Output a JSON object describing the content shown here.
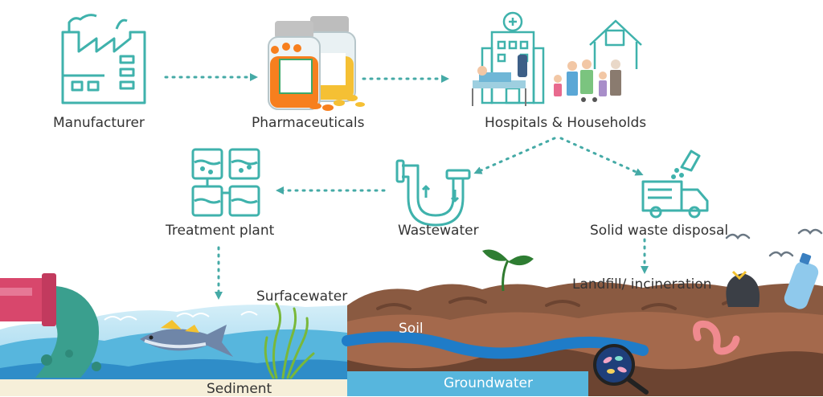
{
  "labels": {
    "manufacturer": "Manufacturer",
    "pharmaceuticals": "Pharmaceuticals",
    "hospitals_households": "Hospitals & Households",
    "treatment_plant": "Treatment plant",
    "wastewater": "Wastewater",
    "solid_waste": "Solid waste disposal",
    "landfill": "Landfill/ incineration",
    "surfacewater": "Surfacewater",
    "soil": "Soil",
    "sediment": "Sediment",
    "groundwater": "Groundwater"
  },
  "colors": {
    "icon_teal": "#3fb2ac",
    "arrow_teal": "#45aaa6",
    "pipe_red": "#d8476c",
    "water_light": "#bfe4f3",
    "water_mid": "#57b6dd",
    "water_deep": "#2f8dc8",
    "soil_top": "#8a5a41",
    "soil_mid": "#a4694c",
    "soil_bottom": "#6c4431",
    "groundwater_band": "#1f7cc8",
    "sediment": "#f6efd9",
    "label_text": "#333333"
  },
  "icons": [
    "factory-icon",
    "pill-bottles-icon",
    "hospital-icon",
    "family-icon",
    "house-icon",
    "treatment-tanks-icon",
    "drain-pipe-icon",
    "garbage-truck-icon",
    "outlet-pipe-icon",
    "fish-icon",
    "seaweed-icon",
    "seedling-icon",
    "garbage-bag-icon",
    "plastic-bottle-icon",
    "bird-icon",
    "worm-icon",
    "magnifier-bacteria-icon"
  ]
}
